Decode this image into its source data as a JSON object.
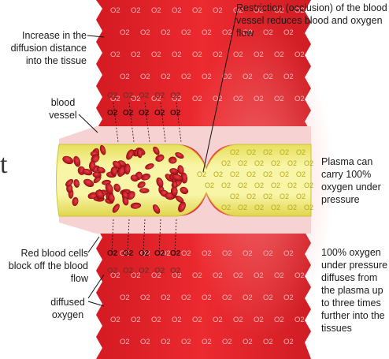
{
  "labels": {
    "increase_diffusion": "Increase in the diffusion distance into the tissue",
    "blood_vessel": "blood vessel",
    "restriction": "Restriction (occlusion) of the blood vessel reduces blood and oxygen flow",
    "plasma": "Plasma can carry 100% oxygen under pressure",
    "rbc": "Red blood cells block off the blood flow",
    "diffused_oxygen": "diffused oxygen",
    "hundred_oxygen": "100% oxygen under pressure diffuses from the plasma up to three times further into the tissues",
    "o2_symbol": "O2",
    "left_fragment": "t"
  },
  "colors": {
    "tissue_red": "#e8222a",
    "tissue_dark": "#c4151d",
    "vessel_wall": "#f6c8c8",
    "plasma_yellow": "#f3f08a",
    "plasma_edge": "#d9cf3c",
    "rbc": "#c8101a",
    "o2_text_tissue": "#f5b4b4",
    "o2_text_plasma": "#b9a91c",
    "o2_dark": "#3a0a0a"
  },
  "icons": [
    "o2-molecule-icon",
    "red-blood-cell-icon",
    "pointer-line-icon"
  ]
}
